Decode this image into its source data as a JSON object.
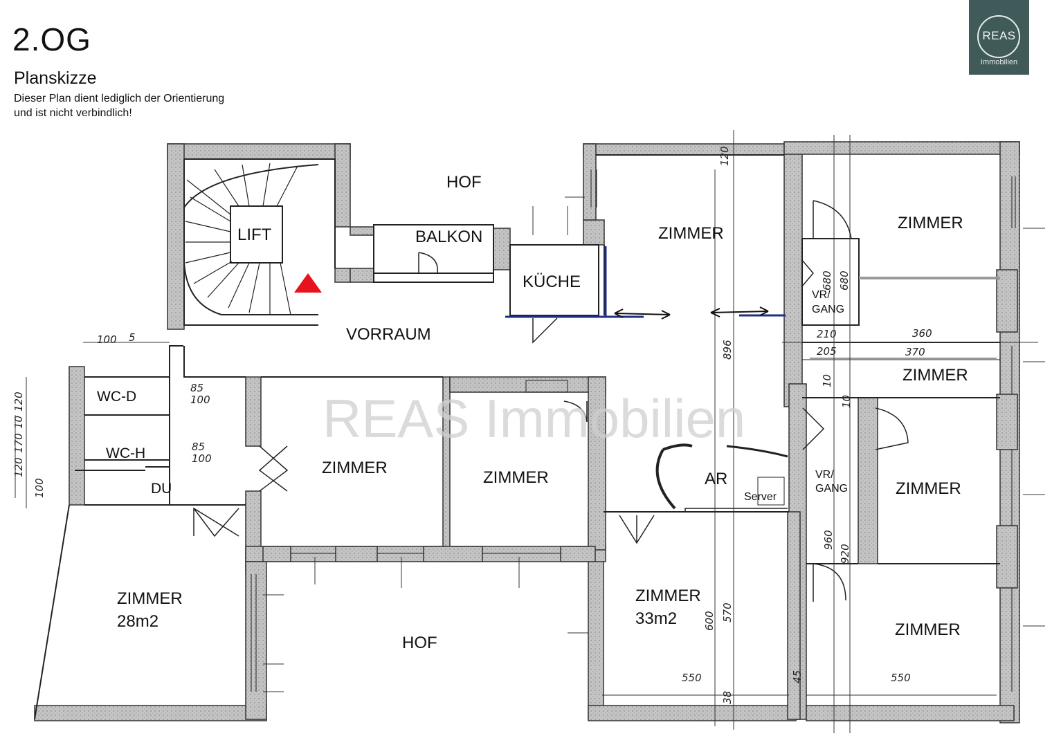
{
  "header": {
    "floor": "2.OG",
    "subtitle": "Planskizze",
    "note_line1": "Dieser Plan dient lediglich der Orientierung",
    "note_line2": "und ist nicht verbindlich!"
  },
  "logo": {
    "text": "REAS",
    "sub": "Immobilien",
    "color": "#3f5a59"
  },
  "watermark": "REAS Immobilien",
  "colors": {
    "wall": "#b8b8b8",
    "line": "#222222",
    "marker": "#e8121e",
    "blue": "#1d2e8a"
  },
  "rooms": {
    "hof_top": "HOF",
    "lift": "LIFT",
    "balkon": "BALKON",
    "kueche": "KÜCHE",
    "zimmer_top_center": "ZIMMER",
    "zimmer_top_right": "ZIMMER",
    "vr_gang_top_1": "VR/",
    "vr_gang_top_2": "GANG",
    "vorraum": "VORRAUM",
    "zimmer_right_mid": "ZIMMER",
    "wc_d": "WC-D",
    "wc_h": "WC-H",
    "du": "DU",
    "zimmer_center_left": "ZIMMER",
    "zimmer_center": "ZIMMER",
    "ar": "AR",
    "server": "Server",
    "vr_gang_bottom_1": "VR/",
    "vr_gang_bottom_2": "GANG",
    "zimmer_right_lower": "ZIMMER",
    "zimmer_28": "ZIMMER",
    "area_28": "28m2",
    "hof_bottom": "HOF",
    "zimmer_33": "ZIMMER",
    "area_33": "33m2",
    "zimmer_bottom_right": "ZIMMER"
  },
  "dimensions": {
    "d100a": "100",
    "d5": "5",
    "d85a": "85",
    "d100b": "100",
    "d85b": "85",
    "d100c": "100",
    "d120": "120",
    "d10": "10",
    "d170": "170",
    "d120b": "120",
    "d100d": "100",
    "d896": "896",
    "d680a": "680",
    "d680b": "680",
    "d210": "210",
    "d205": "205",
    "d360": "360",
    "d370": "370",
    "d10b": "10",
    "d10c": "10",
    "d960": "960",
    "d920": "920",
    "d600": "600",
    "d570": "570",
    "d550a": "550",
    "d550b": "550",
    "d38": "38",
    "d45": "45",
    "d120c": "120"
  }
}
